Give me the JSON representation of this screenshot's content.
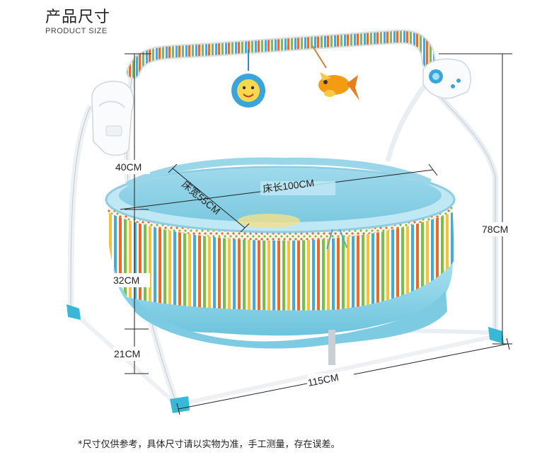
{
  "header": {
    "title_cn": "产品尺寸",
    "title_en": "PRODUCT SIZE"
  },
  "dimensions": {
    "canopy_height": "40CM",
    "basket_height": "32CM",
    "leg_height": "21CM",
    "total_height": "78CM",
    "bed_width": "床宽55CM",
    "bed_length": "床长100CM",
    "base_length": "115CM"
  },
  "footnote": "*尺寸仅供参考，具体尺寸请以实物为准，手工测量，存在误差。",
  "colors": {
    "cradle_blue": "#8fd3e8",
    "cradle_dark": "#5bbcd8",
    "frame_white": "#f2f4f6",
    "stripe_orange": "#e96b2b",
    "stripe_green": "#7bbf4a"
  }
}
